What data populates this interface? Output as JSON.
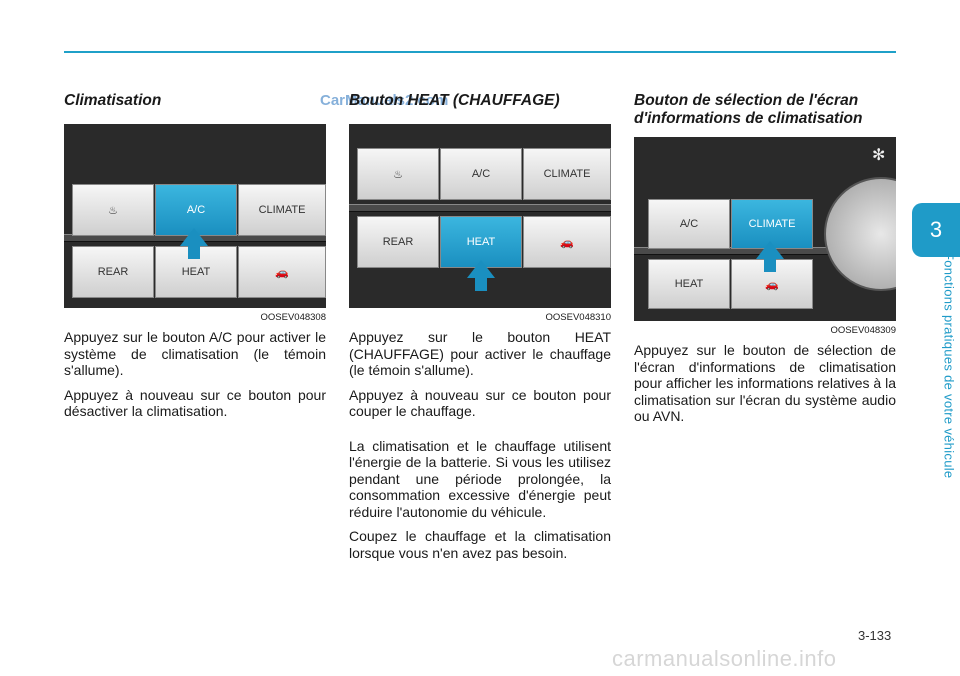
{
  "header": {
    "accent_color": "#1fa0c8"
  },
  "chapter": {
    "number": "3",
    "title": "Fonctions pratiques de votre véhicule"
  },
  "watermark_top": "CarManuals2.com",
  "col1": {
    "heading": "Climatisation",
    "figure": {
      "caption": "OOSEV048308",
      "buttons": [
        "A/C",
        "CLIMATE",
        "REAR",
        "HEAT"
      ]
    },
    "paragraphs": [
      "Appuyez sur le bouton A/C pour activer le système de climatisation (le témoin s'allume).",
      "Appuyez à nouveau sur ce bouton pour désactiver la climatisation."
    ]
  },
  "col2": {
    "heading": "Bouton HEAT (CHAUFFAGE)",
    "figure": {
      "caption": "OOSEV048310",
      "buttons": [
        "A/C",
        "CLIMATE",
        "REAR",
        "HEAT"
      ]
    },
    "paragraphs": [
      "Appuyez sur le bouton HEAT (CHAUFFAGE) pour activer le chauffage (le témoin s'allume).",
      "Appuyez à nouveau sur ce bouton pour couper le chauffage.",
      "La climatisation et le chauffage utilisent l'énergie de la batterie. Si vous les utilisez pendant une période prolongée, la consommation excessive d'énergie peut réduire l'autonomie du véhicule.",
      "Coupez le chauffage et la climatisation lorsque vous n'en avez pas besoin."
    ]
  },
  "col3": {
    "heading": "Bouton de sélection de l'écran d'informations de climatisation",
    "figure": {
      "caption": "OOSEV048309",
      "buttons": [
        "A/C",
        "CLIMATE",
        "HEAT"
      ]
    },
    "paragraphs": [
      "Appuyez sur le bouton de sélection de l'écran d'informations de climatisation pour afficher les informations relatives à la climatisation sur l'écran du système audio ou AVN."
    ]
  },
  "page_number": "3-133",
  "footer_watermark": "carmanualsonline.info"
}
